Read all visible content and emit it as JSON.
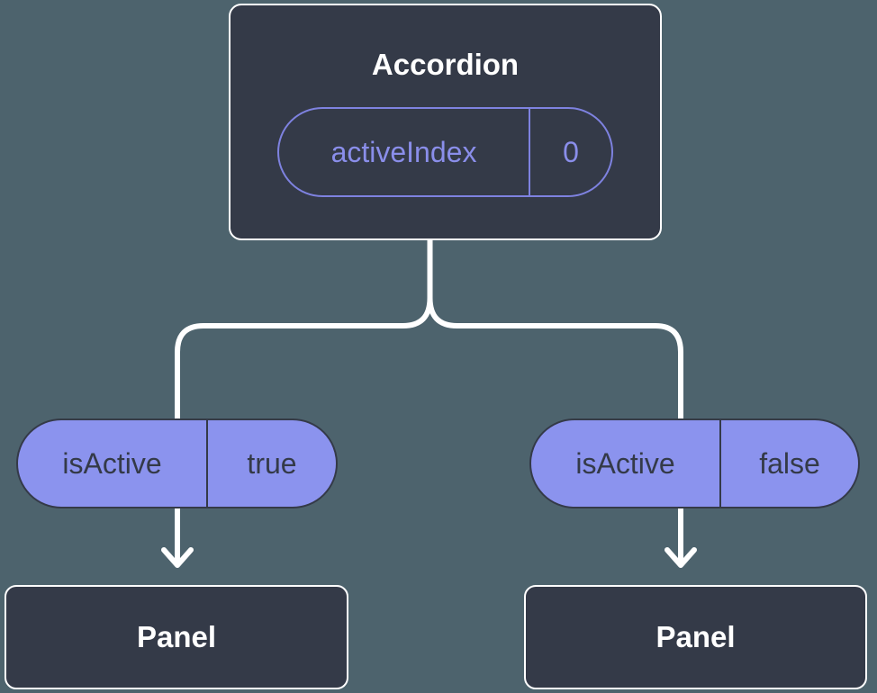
{
  "diagram": {
    "root": {
      "title": "Accordion",
      "prop": {
        "name": "activeIndex",
        "value": "0"
      }
    },
    "children": [
      {
        "prop": {
          "name": "isActive",
          "value": "true"
        },
        "title": "Panel"
      },
      {
        "prop": {
          "name": "isActive",
          "value": "false"
        },
        "title": "Panel"
      }
    ],
    "colors": {
      "background": "#4D636D",
      "node_fill": "#343A48",
      "node_border": "#FFFFFF",
      "node_text": "#FFFFFF",
      "pill_fill": "#8B93EE",
      "pill_outline_purple": "#7E82E0",
      "pill_purple_text": "#8A8EEA",
      "pill_dark_text": "#343A48",
      "connector": "#FFFFFF"
    }
  }
}
